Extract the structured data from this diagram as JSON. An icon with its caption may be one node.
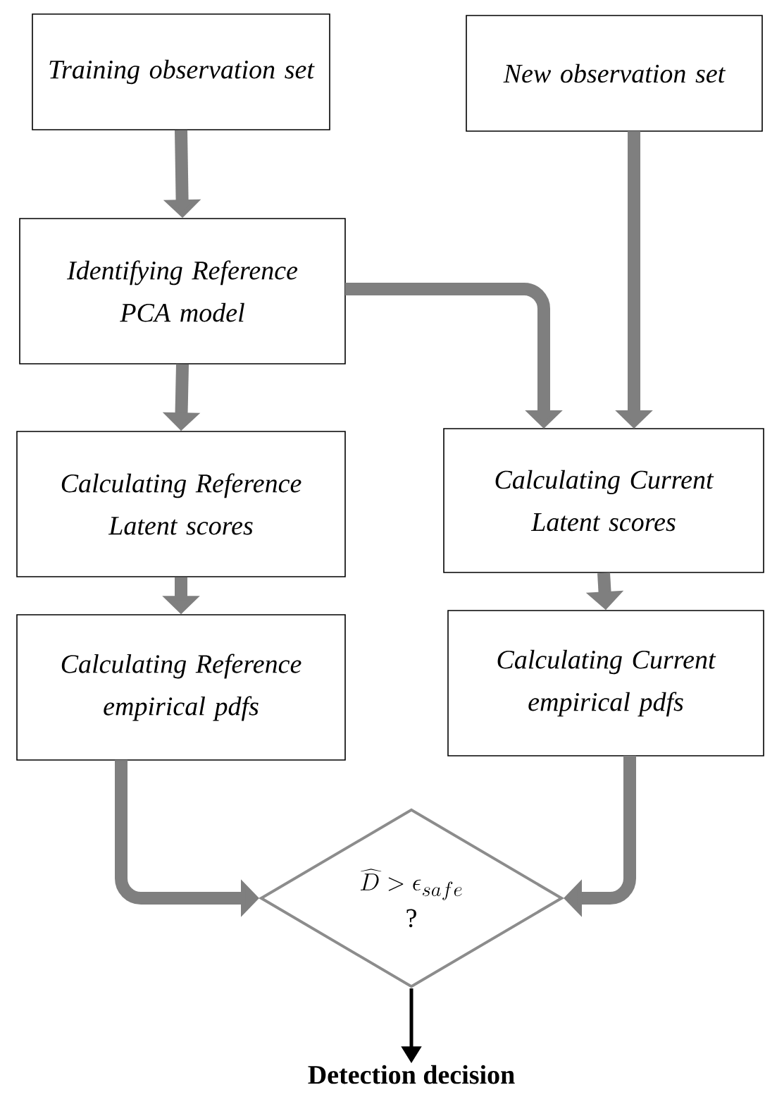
{
  "diagram": {
    "nodes": [
      {
        "text": [
          "Training observation set"
        ]
      },
      {
        "text": [
          "New observation set"
        ]
      },
      {
        "text": [
          "Identifying Reference PCA model"
        ]
      },
      {
        "text": [
          "Calculating Reference Latent scores"
        ]
      },
      {
        "text": [
          "Calculating Current Latent scores"
        ]
      },
      {
        "text": [
          "Calculating Reference empirical pdfs"
        ]
      },
      {
        "text": [
          "Calculating Current  empirical pdfs"
        ]
      },
      {
        "text": [
          "\\widehat{D} > \\epsilon_{safe}",
          "?"
        ]
      },
      {
        "text": [
          "Detection decision"
        ]
      }
    ],
    "edges": [
      {
        "from": 0,
        "to": 2,
        "arrow": "to"
      },
      {
        "from": 1,
        "to": 4,
        "arrow": "to"
      },
      {
        "from": 2,
        "to": 4,
        "arrow": "to"
      },
      {
        "from": 2,
        "to": 3,
        "arrow": "to"
      },
      {
        "from": 3,
        "to": 5,
        "arrow": "to"
      },
      {
        "from": 4,
        "to": 6,
        "arrow": "to"
      },
      {
        "from": 5,
        "to": 7,
        "arrow": "to"
      },
      {
        "from": 6,
        "to": 7,
        "arrow": "to"
      },
      {
        "from": 7,
        "to": 8,
        "arrow": "to",
        "color": "#000000"
      }
    ]
  }
}
